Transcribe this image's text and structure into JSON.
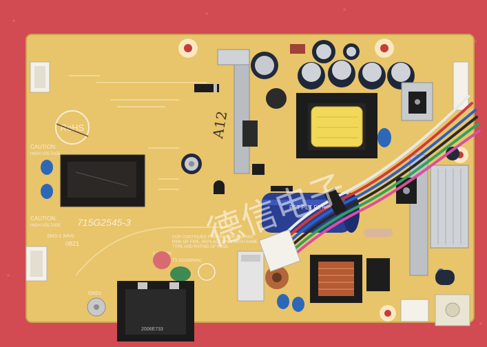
{
  "board": {
    "part_number": "715G2545-3",
    "rohs_mark": "RoHS",
    "handwritten_mark": "A12",
    "caution_left_1": "CAUTION:",
    "caution_left_1_sub": "HIGH VOLTAGE",
    "caution_left_2": "CAUTION:",
    "caution_left_2_sub": "HIGH VOLTAGE",
    "caution_hot": "CAUTION",
    "fuse_warning_1": "FOR CONTINUED PROTECTION AGAINST",
    "fuse_warning_2": "RISK OF FIRE, REPLACE ONLY WITH SAME",
    "fuse_warning_3": "TYPE AND RATING OF FUSE.",
    "fuse_rating": "T3.15A/250VAC",
    "ground_label": "GND1",
    "date_code": "0821",
    "board_code": "SMS-1 94V0",
    "cap_print_1": "PET  PET  PET",
    "ac_inlet_label": "2006E733"
  },
  "watermark": {
    "text": "德信电子"
  },
  "colors": {
    "background": "#d24a52",
    "pcb": "#e8c46a",
    "silkscreen": "#f6eddc"
  }
}
